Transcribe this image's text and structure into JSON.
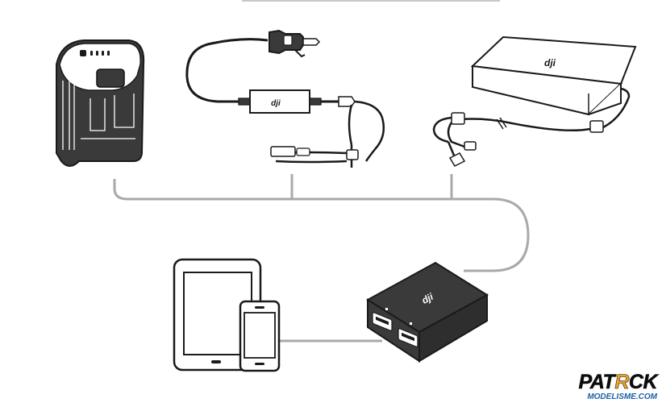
{
  "diagram": {
    "brand_mark": "dji",
    "colors": {
      "line": "#a9a9a9",
      "outline": "#1a1a1a",
      "device_fill": "#3a3a3a",
      "screen_fill": "#ffffff"
    }
  },
  "watermark": {
    "text_prefix": "PAT",
    "text_highlight": "R",
    "text_suffix": "CK",
    "subtext": "MODELISME.COM",
    "accent_color": "#f0a020",
    "sub_color": "#1c5fa8"
  }
}
